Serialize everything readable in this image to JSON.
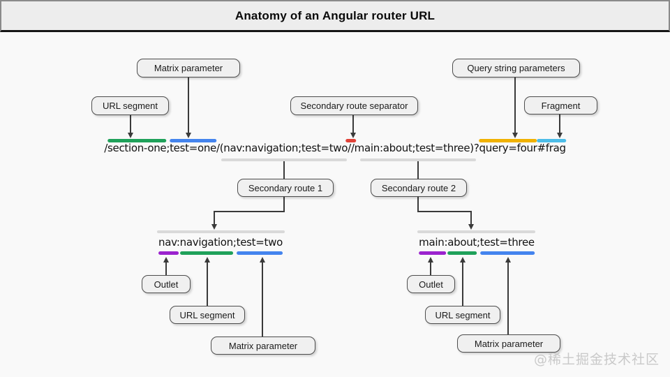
{
  "header": {
    "title": "Anatomy of an Angular router URL"
  },
  "watermark": "@稀土掘金技术社区",
  "url_line": {
    "full_text": "/section-one;test=one/(nav:navigation;test=two//main:about;test=three)?query=four#frag",
    "segments": [
      {
        "text": "/",
        "marker": null
      },
      {
        "text": "section-one",
        "marker": "green"
      },
      {
        "text": ";",
        "marker": null
      },
      {
        "text": "test=one",
        "marker": "blue"
      },
      {
        "text": "/(",
        "marker": null
      },
      {
        "text": "nav:navigation;test=two",
        "marker": null
      },
      {
        "text": "//",
        "marker": "red"
      },
      {
        "text": "main:about;test=three",
        "marker": null
      },
      {
        "text": ")?",
        "marker": null
      },
      {
        "text": "query=four",
        "marker": "yellow"
      },
      {
        "text": "#frag",
        "marker": "cyan"
      }
    ]
  },
  "sub_route_1": {
    "full_text": "nav:navigation;test=two",
    "segments": [
      {
        "text": "nav",
        "marker": "purple"
      },
      {
        "text": ":",
        "marker": null
      },
      {
        "text": "navigation",
        "marker": "green"
      },
      {
        "text": ";",
        "marker": null
      },
      {
        "text": "test=two",
        "marker": "blue"
      }
    ]
  },
  "sub_route_2": {
    "full_text": "main:about;test=three",
    "segments": [
      {
        "text": "main",
        "marker": "purple"
      },
      {
        "text": ":",
        "marker": null
      },
      {
        "text": "about",
        "marker": "green"
      },
      {
        "text": ";",
        "marker": null
      },
      {
        "text": "test=three",
        "marker": "blue"
      }
    ]
  },
  "labels": {
    "matrix_parameter_top": "Matrix parameter",
    "url_segment_top": "URL segment",
    "secondary_route_separator": "Secondary route separator",
    "query_string_parameters": "Query string parameters",
    "fragment": "Fragment",
    "secondary_route_1": "Secondary route 1",
    "secondary_route_2": "Secondary route 2",
    "outlet_left": "Outlet",
    "url_segment_left": "URL segment",
    "matrix_parameter_left": "Matrix parameter",
    "outlet_right": "Outlet",
    "url_segment_right": "URL segment",
    "matrix_parameter_right": "Matrix parameter"
  },
  "colors": {
    "green": "#1FA15A",
    "blue": "#4484EE",
    "red": "#E04238",
    "yellow": "#F0B203",
    "cyan": "#4DBDE8",
    "purple": "#9B22CE",
    "line_gray": "#3a3a3a"
  }
}
